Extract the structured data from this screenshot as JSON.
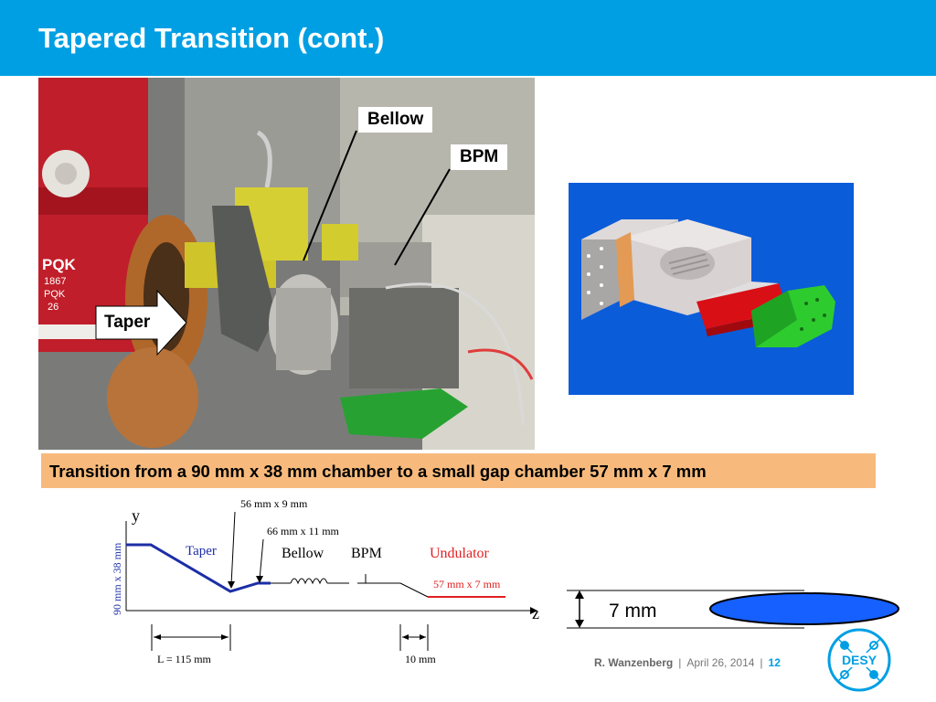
{
  "slide": {
    "title": "Tapered Transition (cont.)",
    "header_color": "#009fe3"
  },
  "photo": {
    "callouts": {
      "bellow": "Bellow",
      "bpm": "BPM",
      "taper": "Taper"
    },
    "magnet_label_line1": "PQK",
    "magnet_label_line2": "1867",
    "magnet_label_line3": "PQK",
    "magnet_label_line4": "26"
  },
  "banner": {
    "text": "Transition from a 90 mm x 38 mm chamber to a small gap chamber 57 mm x 7 mm",
    "color": "#f7ba7c"
  },
  "diagram": {
    "y_axis": "y",
    "z_axis": "z",
    "vertical_label": "90 mm x 38 mm",
    "dim_56": "56 mm x 9 mm",
    "dim_66": "66 mm x 11 mm",
    "taper": "Taper",
    "bellow": "Bellow",
    "bpm": "BPM",
    "undulator": "Undulator",
    "undulator_dim": "57 mm x 7 mm",
    "length_label": "L = 115 mm",
    "short_label": "10 mm",
    "taper_color": "#1c2ea6",
    "undulator_color": "#e02020"
  },
  "gap": {
    "label": "7 mm",
    "ellipse_color": "#1560ff"
  },
  "footer": {
    "author": "R.  Wanzenberg",
    "date": "April  26,  2014",
    "page": "12"
  },
  "logo": {
    "text": "DESY",
    "color": "#009fe3"
  }
}
